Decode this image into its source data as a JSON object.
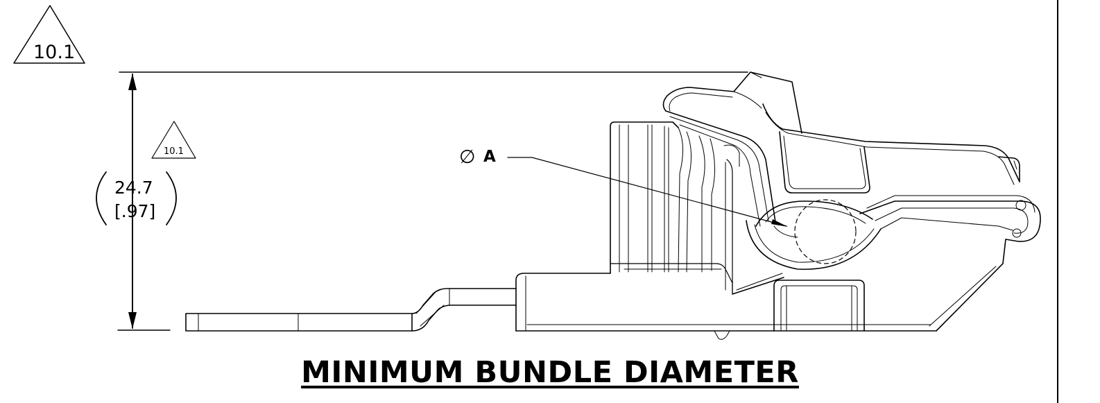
{
  "revision_flag_main": "10.1",
  "revision_flag_small": "10.1",
  "dimension": {
    "metric": "24.7",
    "imperial": "[.97]"
  },
  "diameter_callout": {
    "symbol": "∅",
    "letter": "A"
  },
  "title": "MINIMUM BUNDLE DIAMETER"
}
